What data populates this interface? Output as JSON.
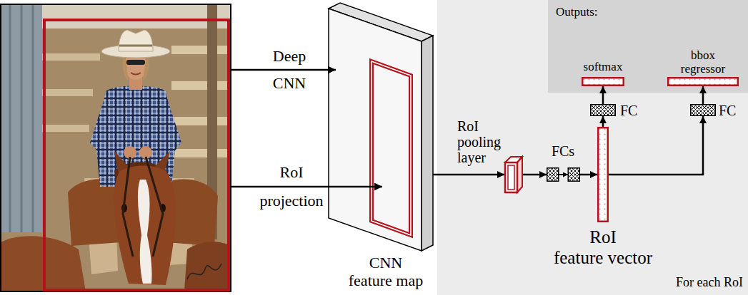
{
  "diagram": {
    "nodes": [
      {
        "text": [
          "CNN feature map"
        ]
      },
      {
        "text": [
          "For each RoI"
        ]
      },
      {
        "text": [
          "RoI pooling layer"
        ],
        "in": 1
      },
      {
        "text": [
          "FCs"
        ],
        "in": 1
      },
      {
        "text": [
          "RoI feature vector"
        ],
        "in": 1
      },
      {
        "text": [
          "Outputs:"
        ],
        "in": 1
      },
      {
        "text": [
          "softmax"
        ],
        "in": 5
      },
      {
        "text": [
          "bbox regressor"
        ],
        "in": 5
      },
      {
        "text": [
          "FC"
        ],
        "in": 1
      },
      {
        "text": [
          "FC"
        ],
        "in": 1
      }
    ],
    "edges": [
      {
        "from": 0,
        "to": 2,
        "arrow": "to"
      },
      {
        "from": 2,
        "to": 3,
        "arrow": "to"
      },
      {
        "from": 3,
        "to": 4,
        "arrow": "to"
      },
      {
        "from": 4,
        "to": 8,
        "arrow": "to"
      },
      {
        "from": 8,
        "to": 6,
        "arrow": "to"
      },
      {
        "from": 4,
        "to": 9,
        "arrow": "to"
      },
      {
        "from": 9,
        "to": 7,
        "arrow": "to"
      }
    ],
    "labels": [
      "Deep CNN",
      "RoI projection"
    ]
  }
}
